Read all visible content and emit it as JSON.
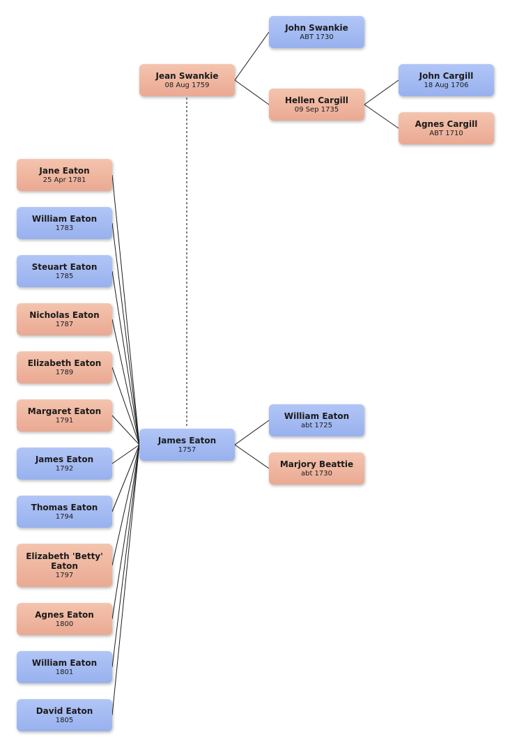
{
  "people": {
    "focus": {
      "name": "James Eaton",
      "date": "1757",
      "sex": "male"
    },
    "spouse": {
      "name": "Jean Swankie",
      "date": "08 Aug 1759",
      "sex": "female"
    },
    "father": {
      "name": "William Eaton",
      "date": "abt 1725",
      "sex": "male"
    },
    "mother": {
      "name": "Marjory Beattie",
      "date": "abt 1730",
      "sex": "female"
    },
    "spouse_father": {
      "name": "John Swankie",
      "date": "ABT 1730",
      "sex": "male"
    },
    "spouse_mother": {
      "name": "Hellen Cargill",
      "date": "09 Sep 1735",
      "sex": "female"
    },
    "spouse_mgf": {
      "name": "John Cargill",
      "date": "18 Aug 1706",
      "sex": "male"
    },
    "spouse_mgm": {
      "name": "Agnes Cargill",
      "date": "ABT 1710",
      "sex": "female"
    }
  },
  "children": [
    {
      "name": "Jane Eaton",
      "date": "25 Apr 1781",
      "sex": "female"
    },
    {
      "name": "William Eaton",
      "date": "1783",
      "sex": "male"
    },
    {
      "name": "Steuart Eaton",
      "date": "1785",
      "sex": "male"
    },
    {
      "name": "Nicholas Eaton",
      "date": "1787",
      "sex": "female"
    },
    {
      "name": "Elizabeth Eaton",
      "date": "1789",
      "sex": "female"
    },
    {
      "name": "Margaret Eaton",
      "date": "1791",
      "sex": "female"
    },
    {
      "name": "James Eaton",
      "date": "1792",
      "sex": "male"
    },
    {
      "name": "Thomas Eaton",
      "date": "1794",
      "sex": "male"
    },
    {
      "name": "Elizabeth 'Betty' Eaton",
      "date": "1797",
      "sex": "female"
    },
    {
      "name": "Agnes Eaton",
      "date": "1800",
      "sex": "female"
    },
    {
      "name": "William Eaton",
      "date": "1801",
      "sex": "male"
    },
    {
      "name": "David Eaton",
      "date": "1805",
      "sex": "male"
    }
  ],
  "colors": {
    "male": "#a6bcf3",
    "female": "#efb8a2",
    "line": "#1a1a1a",
    "spouse_link": "#555555"
  }
}
